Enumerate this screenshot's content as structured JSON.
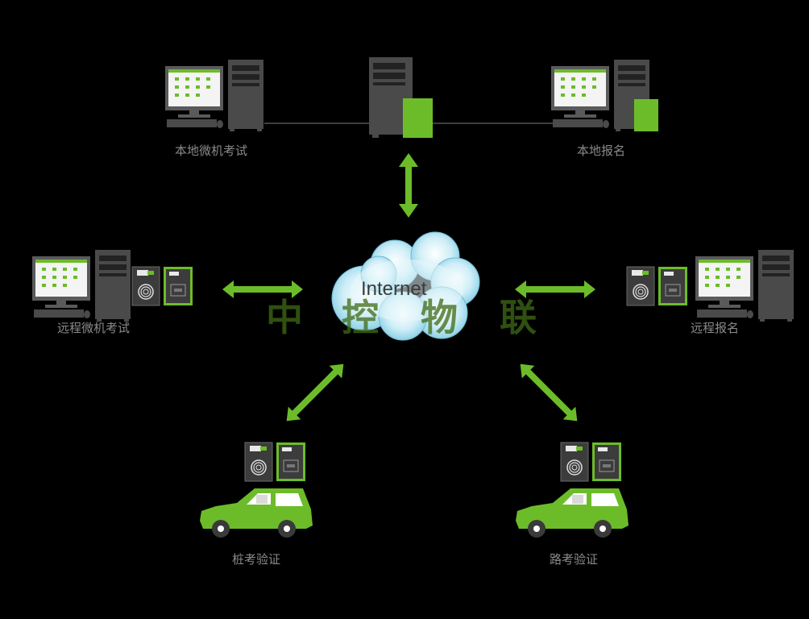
{
  "center": {
    "label": "Internet"
  },
  "watermark": [
    "中",
    "控",
    "物",
    "联"
  ],
  "nodes": {
    "local_exam": {
      "label": "本地微机考试"
    },
    "local_register": {
      "label": "本地报名"
    },
    "remote_exam": {
      "label": "远程微机考试"
    },
    "remote_register": {
      "label": "远程报名"
    },
    "pile_verify": {
      "label": "桩考验证"
    },
    "road_verify": {
      "label": "路考验证"
    }
  },
  "colors": {
    "accent": "#6cbc2a",
    "background": "#000000",
    "label": "#8a8a8a"
  }
}
